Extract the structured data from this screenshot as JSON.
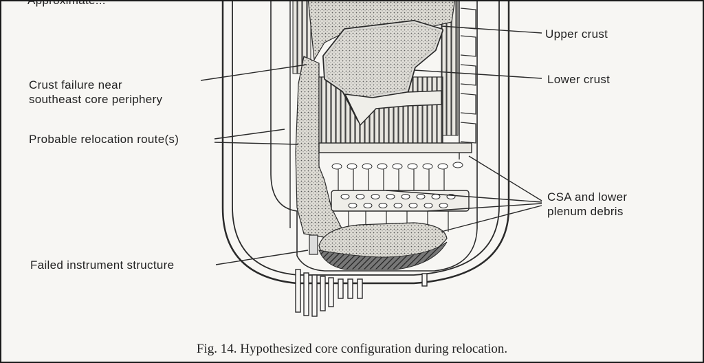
{
  "labels": {
    "top_partial": "Approximate...",
    "upper_crust": "Upper crust",
    "lower_crust": "Lower crust",
    "crust_failure_line1": "Crust failure near",
    "crust_failure_line2": "southeast core periphery",
    "relocation_routes": "Probable relocation route(s)",
    "csa_line1": "CSA and lower",
    "csa_line2": "plenum debris",
    "failed_instrument": "Failed instrument structure"
  },
  "caption": "Fig. 14. Hypothesized core configuration during relocation.",
  "colors": {
    "ink": "#2a2a2a",
    "background": "#f7f6f3",
    "debris": "#c9c7c0",
    "crust": "#efeee9"
  }
}
